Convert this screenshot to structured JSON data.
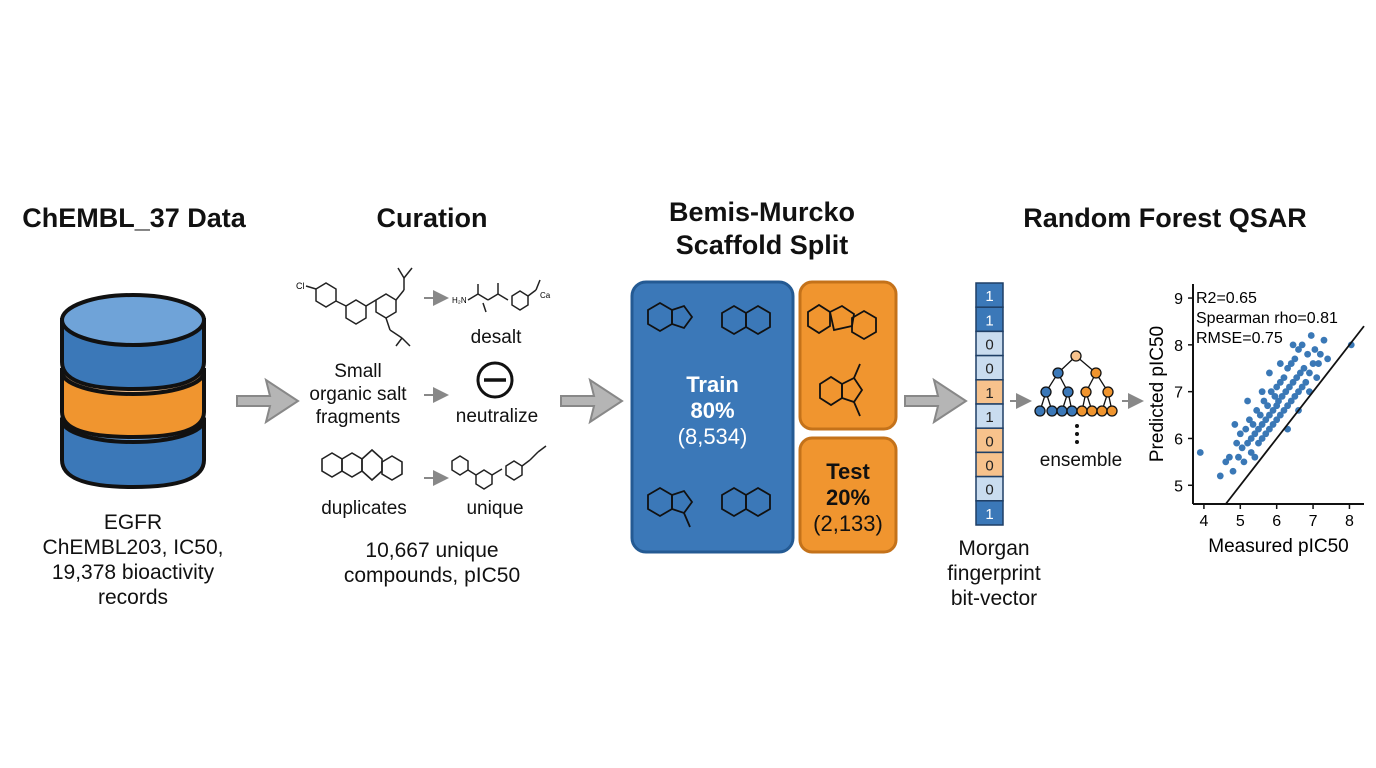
{
  "panels": {
    "data": {
      "title": "ChEMBL_37 Data",
      "caption": [
        "EGFR",
        "ChEMBL203, IC50,",
        "19,378 bioactivity",
        "records"
      ]
    },
    "curation": {
      "title": "Curation",
      "steps": {
        "salt_label": [
          "Small",
          "organic salt",
          "fragments"
        ],
        "desalt": "desalt",
        "neutralize": "neutralize",
        "duplicates": "duplicates",
        "unique": "unique",
        "counterion": "Ca"
      },
      "caption": [
        "10,667 unique",
        "compounds, pIC50"
      ]
    },
    "split": {
      "title": [
        "Bemis-Murcko",
        "Scaffold Split"
      ],
      "train": {
        "label": "Train",
        "percent": "80%",
        "count": "(8,534)"
      },
      "test": {
        "label": "Test",
        "percent": "20%",
        "count": "(2,133)"
      }
    },
    "model": {
      "title": "Random Forest QSAR",
      "fingerprint_bits": [
        "1",
        "1",
        "0",
        "0",
        "1",
        "1",
        "0",
        "0",
        "0",
        "1"
      ],
      "fingerprint_caption": [
        "Morgan",
        "fingerprint",
        "bit-vector"
      ],
      "ensemble_label": "ensemble"
    }
  },
  "colors": {
    "blue": "#3b78b8",
    "blue_dark": "#245a93",
    "light_blue": "#6fa3d8",
    "orange": "#f0952f",
    "orange_dark": "#c4721a",
    "light_orange": "#f7c28c",
    "arrow_gray": "#a9a9a9",
    "scatter_point": "#3a78b6"
  },
  "chart_data": {
    "type": "scatter",
    "xlabel": "Measured pIC50",
    "ylabel": "Predicted pIC50",
    "xlim": [
      3.7,
      8.4
    ],
    "ylim": [
      4.6,
      9.3
    ],
    "x_ticks": [
      "4",
      "5",
      "6",
      "7",
      "8"
    ],
    "y_ticks": [
      "5",
      "6",
      "7",
      "8",
      "9"
    ],
    "annotations": [
      "R2=0.65",
      "Spearman rho=0.81",
      "RMSE=0.75"
    ],
    "identity_line": true,
    "grid": false,
    "points": [
      [
        3.9,
        5.7
      ],
      [
        4.45,
        5.2
      ],
      [
        4.6,
        5.5
      ],
      [
        4.7,
        5.6
      ],
      [
        4.8,
        5.3
      ],
      [
        4.9,
        5.9
      ],
      [
        4.95,
        5.6
      ],
      [
        5.0,
        6.1
      ],
      [
        5.05,
        5.8
      ],
      [
        5.1,
        5.5
      ],
      [
        5.15,
        6.2
      ],
      [
        5.2,
        5.9
      ],
      [
        5.25,
        6.4
      ],
      [
        5.3,
        6.0
      ],
      [
        5.3,
        5.7
      ],
      [
        5.35,
        6.3
      ],
      [
        5.4,
        6.1
      ],
      [
        5.45,
        6.6
      ],
      [
        5.5,
        6.2
      ],
      [
        5.5,
        5.9
      ],
      [
        5.55,
        6.5
      ],
      [
        5.6,
        6.3
      ],
      [
        5.6,
        6.0
      ],
      [
        5.65,
        6.8
      ],
      [
        5.7,
        6.4
      ],
      [
        5.7,
        6.1
      ],
      [
        5.75,
        6.7
      ],
      [
        5.8,
        6.5
      ],
      [
        5.8,
        6.2
      ],
      [
        5.85,
        7.0
      ],
      [
        5.9,
        6.6
      ],
      [
        5.9,
        6.3
      ],
      [
        5.95,
        6.9
      ],
      [
        6.0,
        6.7
      ],
      [
        6.0,
        6.4
      ],
      [
        6.0,
        7.1
      ],
      [
        6.05,
        6.8
      ],
      [
        6.1,
        6.5
      ],
      [
        6.1,
        7.2
      ],
      [
        6.15,
        6.9
      ],
      [
        6.2,
        6.6
      ],
      [
        6.2,
        7.3
      ],
      [
        6.25,
        7.0
      ],
      [
        6.3,
        6.7
      ],
      [
        6.3,
        7.5
      ],
      [
        6.35,
        7.1
      ],
      [
        6.4,
        6.8
      ],
      [
        6.4,
        7.6
      ],
      [
        6.45,
        7.2
      ],
      [
        6.5,
        6.9
      ],
      [
        6.5,
        7.7
      ],
      [
        6.55,
        7.3
      ],
      [
        6.6,
        7.0
      ],
      [
        6.6,
        7.9
      ],
      [
        6.65,
        7.4
      ],
      [
        6.7,
        7.1
      ],
      [
        6.7,
        8.0
      ],
      [
        6.75,
        7.5
      ],
      [
        6.8,
        7.2
      ],
      [
        6.85,
        7.8
      ],
      [
        6.9,
        7.4
      ],
      [
        6.95,
        8.2
      ],
      [
        7.0,
        7.6
      ],
      [
        7.05,
        7.9
      ],
      [
        7.1,
        7.3
      ],
      [
        7.2,
        7.8
      ],
      [
        7.3,
        8.1
      ],
      [
        7.4,
        7.7
      ],
      [
        8.05,
        8.0
      ],
      [
        5.2,
        6.8
      ],
      [
        5.6,
        7.0
      ],
      [
        6.1,
        7.6
      ],
      [
        6.3,
        6.2
      ],
      [
        6.6,
        6.6
      ],
      [
        5.4,
        5.6
      ],
      [
        4.85,
        6.3
      ],
      [
        6.9,
        7.0
      ],
      [
        7.15,
        7.6
      ],
      [
        5.8,
        7.4
      ],
      [
        6.45,
        8.0
      ]
    ]
  }
}
